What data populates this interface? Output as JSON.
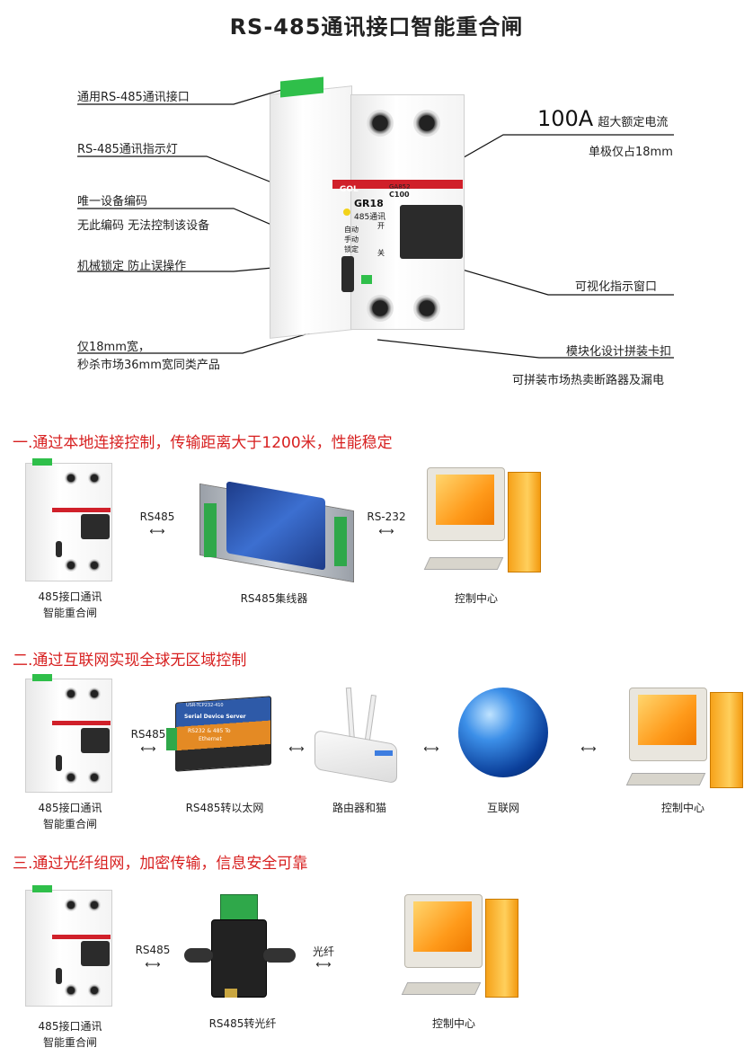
{
  "title": "RS-485通讯接口智能重合闸",
  "top": {
    "left_labels": [
      "通用RS-485通讯接口",
      "RS-485通讯指示灯",
      "唯一设备编码",
      "无此编码 无法控制该设备",
      "机械锁定 防止误操作",
      "仅18mm宽，",
      "秒杀市场36mm宽同类产品"
    ],
    "big_rating": "100A",
    "rating_text": "超大额定电流",
    "single_pole": "单极仅占18mm",
    "visual_window": "可视化指示窗口",
    "module_clip": "模块化设计拼装卡扣",
    "combine_text": "可拼装市场热卖断路器及漏电",
    "breaker_texts": {
      "model": "GR18",
      "comm": "485通讯",
      "auto": "自动",
      "manual": "手动",
      "lock": "锁定",
      "open": "开",
      "close": "关",
      "brand": "GOL",
      "spec": "GA852",
      "curve": "C100"
    }
  },
  "sections": [
    {
      "heading": "一.通过本地连接控制，传输距离大于1200米，性能稳定",
      "breaker_caption": [
        "485接口通讯",
        "智能重合闸"
      ],
      "link1": "RS485",
      "device_caption": "RS485集线器",
      "link2": "RS-232",
      "pc_caption": "控制中心"
    },
    {
      "heading": "二.通过互联网实现全球无区域控制",
      "breaker_caption": [
        "485接口通讯",
        "智能重合闸"
      ],
      "link1": "RS485",
      "device_caption": "RS485转以太网",
      "device_text": [
        "USR-TCP232-410",
        "Serial Device Server",
        "RS232 & 485 To",
        "Ethernet"
      ],
      "router_caption": "路由器和猫",
      "internet_caption": "互联网",
      "pc_caption": "控制中心"
    },
    {
      "heading": "三.通过光纤组网，加密传输，信息安全可靠",
      "breaker_caption": [
        "485接口通讯",
        "智能重合闸"
      ],
      "link1": "RS485",
      "device_caption": "RS485转光纤",
      "link2": "光纤",
      "pc_caption": "控制中心"
    }
  ],
  "colors": {
    "heading_red": "#d71f1f",
    "breaker_green": "#2fbf4a",
    "breaker_red": "#d0202a",
    "pc_orange": "#f6a21a"
  },
  "icons": [
    "double-arrow-icon",
    "breaker-icon",
    "hub-icon",
    "converter-icon",
    "router-icon",
    "globe-icon",
    "computer-icon",
    "fiber-converter-icon"
  ]
}
